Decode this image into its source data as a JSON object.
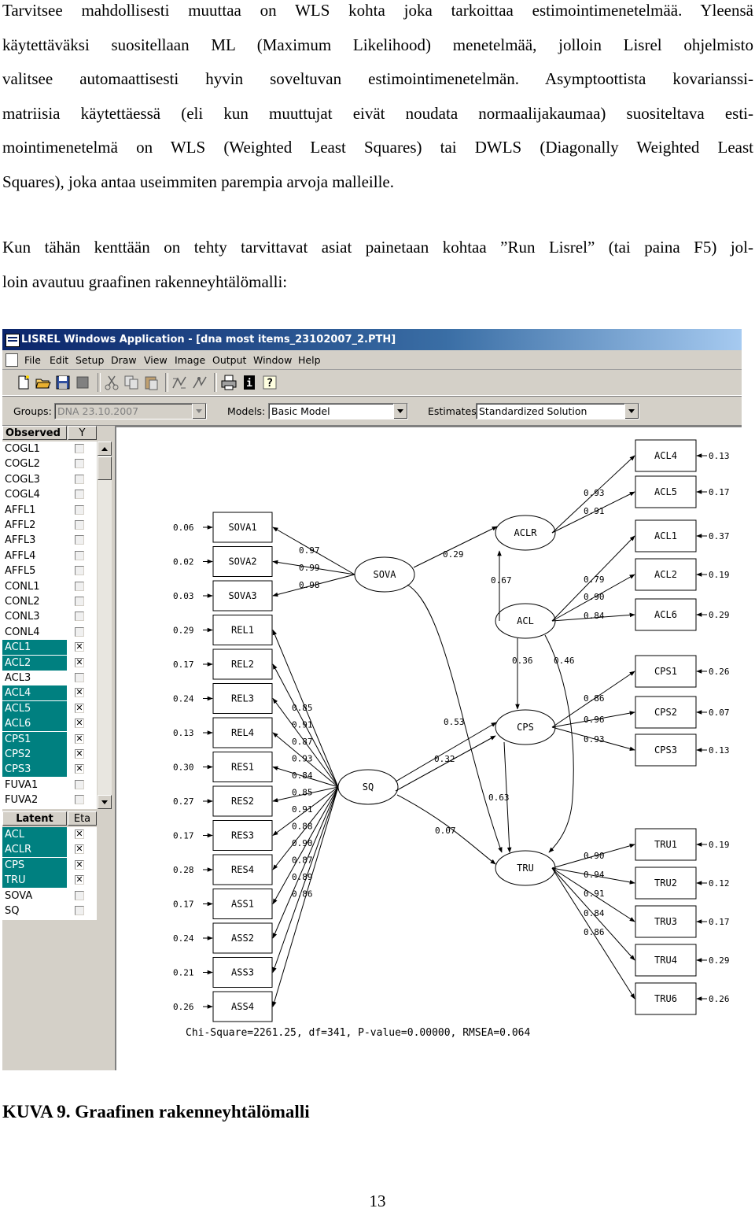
{
  "document": {
    "paragraph1_lines": [
      "Tarvitsee mahdollisesti muuttaa on WLS kohta joka tarkoittaa estimointimenetelmää. Yleensä",
      "käytettäväksi suositellaan ML (Maximum Likelihood) menetelmää, jolloin Lisrel ohjelmisto",
      "valitsee automaattisesti hyvin soveltuvan estimointimenetelmän. Asymptoottista kovarianssi-",
      "matriisia käytettäessä (eli kun muuttujat eivät noudata normaalijakaumaa) suositeltava esti-",
      "mointimenetelmä on WLS (Weighted Least Squares) tai DWLS (Diagonally Weighted Least",
      "Squares), joka antaa useimmiten parempia arvoja malleille."
    ],
    "paragraph2_lines": [
      "Kun tähän kenttään on tehty tarvittavat asiat painetaan kohtaa ”Run Lisrel” (tai paina F5) jol-",
      "loin avautuu graafinen rakenneyhtälömalli:"
    ],
    "caption": "KUVA 9. Graafinen rakenneyhtälömalli",
    "page_number": "13"
  },
  "window": {
    "title": "LISREL Windows Application - [dna most items_23102007_2.PTH]",
    "menu": [
      "File",
      "Edit",
      "Setup",
      "Draw",
      "View",
      "Image",
      "Output",
      "Window",
      "Help"
    ],
    "groups_label": "Groups:",
    "groups_value": "DNA 23.10.2007",
    "models_label": "Models:",
    "models_value": "Basic Model",
    "estimates_label": "Estimates:",
    "estimates_value": "Standardized Solution"
  },
  "observed": {
    "header": "Observed",
    "col": "Y",
    "rows": [
      {
        "name": "COGL1",
        "checked": false
      },
      {
        "name": "COGL2",
        "checked": false
      },
      {
        "name": "COGL3",
        "checked": false
      },
      {
        "name": "COGL4",
        "checked": false
      },
      {
        "name": "AFFL1",
        "checked": false
      },
      {
        "name": "AFFL2",
        "checked": false
      },
      {
        "name": "AFFL3",
        "checked": false
      },
      {
        "name": "AFFL4",
        "checked": false
      },
      {
        "name": "AFFL5",
        "checked": false
      },
      {
        "name": "CONL1",
        "checked": false
      },
      {
        "name": "CONL2",
        "checked": false
      },
      {
        "name": "CONL3",
        "checked": false
      },
      {
        "name": "CONL4",
        "checked": false
      },
      {
        "name": "ACL1",
        "checked": true
      },
      {
        "name": "ACL2",
        "checked": true
      },
      {
        "name": "ACL3",
        "checked": false
      },
      {
        "name": "ACL4",
        "checked": true
      },
      {
        "name": "ACL5",
        "checked": true
      },
      {
        "name": "ACL6",
        "checked": true
      },
      {
        "name": "CPS1",
        "checked": true
      },
      {
        "name": "CPS2",
        "checked": true
      },
      {
        "name": "CPS3",
        "checked": true
      },
      {
        "name": "FUVA1",
        "checked": false
      },
      {
        "name": "FUVA2",
        "checked": false
      }
    ]
  },
  "latent": {
    "header": "Latent",
    "col": "Eta",
    "rows": [
      {
        "name": "ACL",
        "checked": true
      },
      {
        "name": "ACLR",
        "checked": true
      },
      {
        "name": "CPS",
        "checked": true
      },
      {
        "name": "TRU",
        "checked": true
      },
      {
        "name": "SOVA",
        "checked": false
      },
      {
        "name": "SQ",
        "checked": false
      }
    ]
  },
  "diagram": {
    "fit_statistics": "Chi-Square=2261.25, df=341, P-value=0.00000, RMSEA=0.064",
    "left_indicators": [
      {
        "name": "SOVA1",
        "error": "0.06"
      },
      {
        "name": "SOVA2",
        "error": "0.02"
      },
      {
        "name": "SOVA3",
        "error": "0.03"
      },
      {
        "name": "REL1",
        "error": "0.29"
      },
      {
        "name": "REL2",
        "error": "0.17"
      },
      {
        "name": "REL3",
        "error": "0.24"
      },
      {
        "name": "REL4",
        "error": "0.13"
      },
      {
        "name": "RES1",
        "error": "0.30"
      },
      {
        "name": "RES2",
        "error": "0.27"
      },
      {
        "name": "RES3",
        "error": "0.17"
      },
      {
        "name": "RES4",
        "error": "0.28"
      },
      {
        "name": "ASS1",
        "error": "0.17"
      },
      {
        "name": "ASS2",
        "error": "0.24"
      },
      {
        "name": "ASS3",
        "error": "0.21"
      },
      {
        "name": "ASS4",
        "error": "0.26"
      }
    ],
    "sova_loadings": [
      "0.97",
      "0.99",
      "0.98"
    ],
    "sq_loadings": [
      "0.85",
      "0.91",
      "0.87",
      "0.93",
      "0.84",
      "0.85",
      "0.91",
      "0.88",
      "0.90",
      "0.87",
      "0.89",
      "0.86"
    ],
    "latents": [
      "SOVA",
      "SQ",
      "ACLR",
      "ACL",
      "CPS",
      "TRU"
    ],
    "structural": {
      "sova_aclr": "0.29",
      "aclr_acl": "0.67",
      "acl_cps": "0.36",
      "acl_tru": "0.46",
      "sq_cps": "0.53",
      "sq_cps2": "0.32",
      "cps_tru": "0.63",
      "sq_tru": "0.07"
    },
    "right_groups": [
      {
        "latent": "ACLR",
        "items": [
          {
            "name": "ACL4",
            "load": "0.93",
            "error": "0.13"
          },
          {
            "name": "ACL5",
            "load": "0.91",
            "error": "0.17"
          }
        ]
      },
      {
        "latent": "ACL",
        "items": [
          {
            "name": "ACL1",
            "load": "0.79",
            "error": "0.37"
          },
          {
            "name": "ACL2",
            "load": "0.90",
            "error": "0.19"
          },
          {
            "name": "ACL6",
            "load": "0.84",
            "error": "0.29"
          }
        ]
      },
      {
        "latent": "CPS",
        "items": [
          {
            "name": "CPS1",
            "load": "0.86",
            "error": "0.26"
          },
          {
            "name": "CPS2",
            "load": "0.96",
            "error": "0.07"
          },
          {
            "name": "CPS3",
            "load": "0.93",
            "error": "0.13"
          }
        ]
      },
      {
        "latent": "TRU",
        "items": [
          {
            "name": "TRU1",
            "load": "0.90",
            "error": "0.19"
          },
          {
            "name": "TRU2",
            "load": "0.94",
            "error": "0.12"
          },
          {
            "name": "TRU3",
            "load": "0.91",
            "error": "0.17"
          },
          {
            "name": "TRU4",
            "load": "0.84",
            "error": "0.29"
          },
          {
            "name": "TRU6",
            "load": "0.86",
            "error": "0.26"
          }
        ]
      }
    ]
  }
}
